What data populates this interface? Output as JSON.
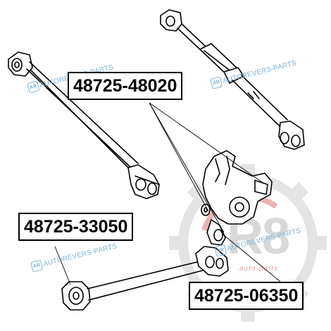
{
  "labels": {
    "part_1": "48725-48020",
    "part_2": "48725-33050",
    "part_3": "48725-06350"
  },
  "watermark": {
    "text": "AUTOREVERS-PARTS",
    "logo_text": "AR"
  },
  "brand": {
    "logo_text": "R8",
    "tagline": "auto-parts",
    "gear_color": "#e4e4e4",
    "accent_color": "#d22a2a"
  },
  "colors": {
    "line": "#000000",
    "watermark": "#7fb2d6"
  }
}
